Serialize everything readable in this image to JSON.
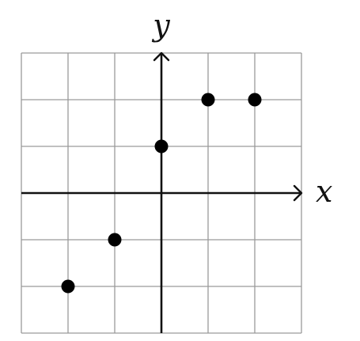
{
  "chart_data": {
    "type": "scatter",
    "title": "",
    "xlabel": "x",
    "ylabel": "y",
    "xlim": [
      -3,
      3
    ],
    "ylim": [
      -3,
      3
    ],
    "grid": true,
    "grid_step": 1,
    "axes_through_origin": true,
    "points": [
      {
        "x": -2,
        "y": -2
      },
      {
        "x": -1,
        "y": -1
      },
      {
        "x": 0,
        "y": 1
      },
      {
        "x": 1,
        "y": 2
      },
      {
        "x": 2,
        "y": 2
      }
    ],
    "colors": {
      "grid": "#9a9a9a",
      "axis": "#111111",
      "point": "#000000",
      "background": "#ffffff"
    }
  }
}
